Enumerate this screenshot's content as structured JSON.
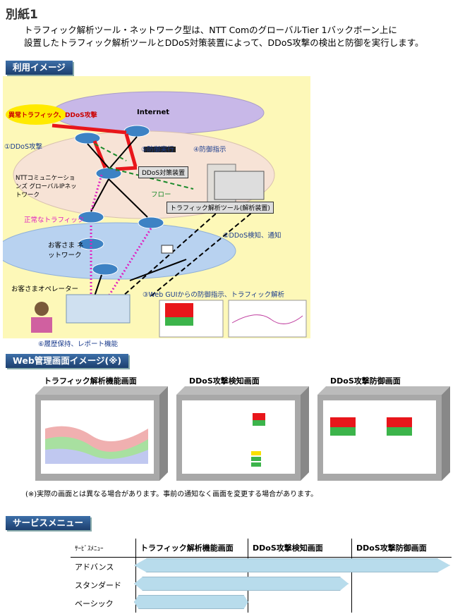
{
  "header": {
    "title": "別紙1"
  },
  "intro": {
    "line1": "トラフィック解析ツール・ネットワーク型は、NTT ComのグローバルTier 1バックボーン上に",
    "line2": "設置したトラフィック解析ツールとDDoS対策装置によって、DDoS攻撃の検出と防御を実行します。"
  },
  "sections": {
    "usage": "利用イメージ",
    "web": "Web管理画面イメージ(※)",
    "menu": "サービスメニュー"
  },
  "diagram": {
    "internet": "Internet",
    "abnormal": "異常トラフィック、DDoS攻撃",
    "step1": "①DDoS攻撃",
    "step5": "⑤防御実行",
    "step4": "④防御指示",
    "ddos_device": "DDoS対策装置",
    "ntt_net": "NTTコミュニケーションズ グローバルIPネットワーク",
    "flow": "フロー",
    "analyzer": "トラフィック解析ツール(解析装置)",
    "normal": "正常なトラフィック",
    "step2": "②DDoS検知、通知",
    "customer_net": "お客さま ネットワーク",
    "operator": "お客さまオペレーター",
    "step3": "③Web GUIからの防御指示、トラフィック解析",
    "step6": "⑥履歴保持、レポート機能"
  },
  "screens": [
    {
      "title": "トラフィック解析機能画面"
    },
    {
      "title": "DDoS攻撃検知画面"
    },
    {
      "title": "DDoS攻撃防御画面"
    }
  ],
  "note": "(※)実際の画面とは異なる場合があります。事前の通知なく画面を変更する場合があります。",
  "menu_table": {
    "headers": [
      "ｻｰﾋﾞｽﾒﾆｭｰ",
      "トラフィック解析機能画面",
      "DDoS攻撃検知画面",
      "DDoS攻撃防御画面"
    ],
    "rows": [
      "アドバンス",
      "スタンダード",
      "ベーシック"
    ]
  },
  "colors": {
    "section_bg": "#1d3f6f",
    "panel_bg": "#fdf8b8",
    "bar": "#b8dcec",
    "attack": "#e8161b",
    "normal": "#e020c0"
  }
}
